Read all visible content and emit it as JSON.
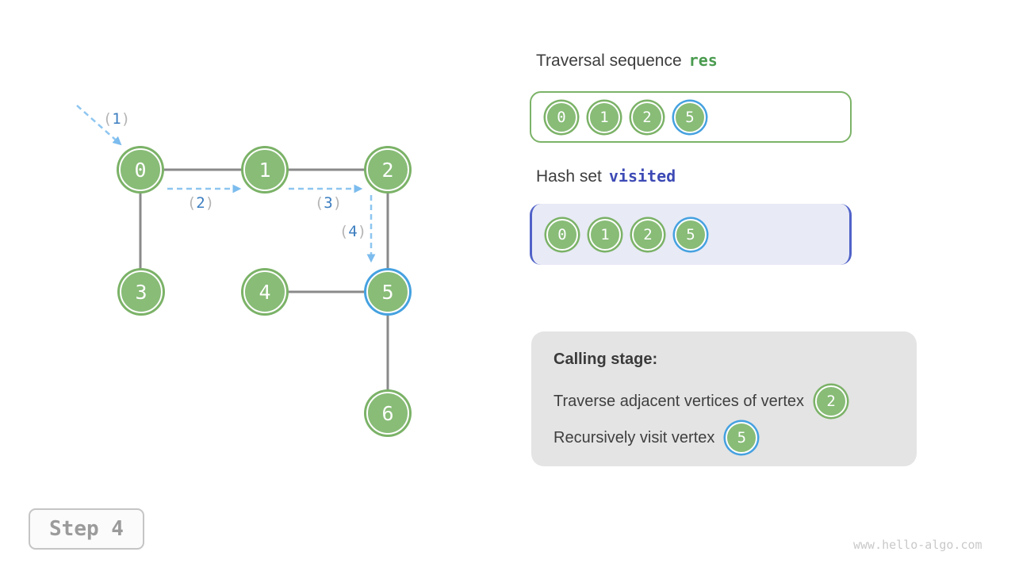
{
  "graph": {
    "nodes": [
      {
        "label": "0",
        "highlighted": false
      },
      {
        "label": "1",
        "highlighted": false
      },
      {
        "label": "2",
        "highlighted": false
      },
      {
        "label": "3",
        "highlighted": false
      },
      {
        "label": "4",
        "highlighted": false
      },
      {
        "label": "5",
        "highlighted": true
      },
      {
        "label": "6",
        "highlighted": false
      }
    ],
    "edges": [
      [
        0,
        1
      ],
      [
        1,
        2
      ],
      [
        0,
        3
      ],
      [
        2,
        5
      ],
      [
        4,
        5
      ],
      [
        5,
        6
      ]
    ],
    "arrow_labels": [
      {
        "open": "(",
        "num": "1",
        "close": ")"
      },
      {
        "open": "(",
        "num": "2",
        "close": ")"
      },
      {
        "open": "(",
        "num": "3",
        "close": ")"
      },
      {
        "open": "(",
        "num": "4",
        "close": ")"
      }
    ]
  },
  "panels": {
    "traversal": {
      "title": "Traversal sequence",
      "code": "res",
      "items": [
        "0",
        "1",
        "2",
        "5"
      ]
    },
    "visited": {
      "title": "Hash set",
      "code": "visited",
      "items": [
        "0",
        "1",
        "2",
        "5"
      ]
    },
    "calling": {
      "title": "Calling stage:",
      "line1_text": "Traverse adjacent vertices of vertex",
      "line1_node": "2",
      "line2_text": "Recursively visit vertex",
      "line2_node": "5"
    }
  },
  "step_box": {
    "label": "Step 4"
  },
  "watermark": "www.hello-algo.com",
  "colors": {
    "node_green": "#88bc77",
    "node_ring_green": "#7bb267",
    "highlight_blue": "#45a1e0",
    "arrow_blue": "#8ec6f0",
    "label_num_blue": "#3c7ec0",
    "code_green": "#4a9b4f",
    "code_indigo": "#3d4ab5",
    "visited_bg": "#e8eaf6",
    "visited_border": "#5062c8",
    "calling_bg": "#e4e4e4",
    "edge_gray": "#8a8a8a"
  }
}
